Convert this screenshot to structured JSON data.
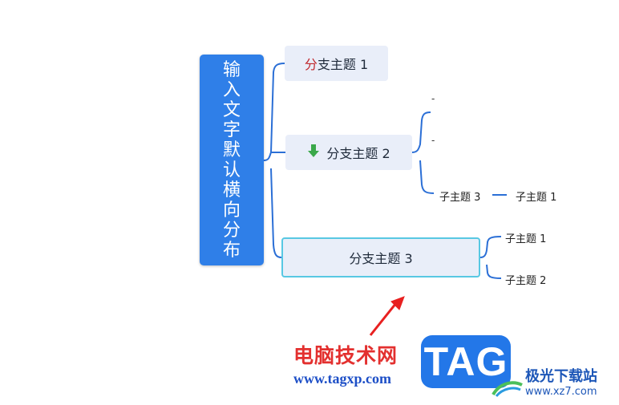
{
  "central_topic": "输入文字默认横向分布",
  "branches": [
    {
      "red_prefix": "分",
      "label": "支主题 1"
    },
    {
      "label": "分支主题 2",
      "icon": "down-arrow-icon"
    },
    {
      "label": "分支主题 3"
    }
  ],
  "branch2_children": [
    {
      "label": "-"
    },
    {
      "label": "-"
    },
    {
      "label": "子主题 3",
      "child": "子主题 1"
    }
  ],
  "branch3_children": [
    {
      "label": "子主题 1"
    },
    {
      "label": "子主题 2"
    }
  ],
  "watermark": {
    "title": "电脑技术网",
    "url": "www.tagxp.com",
    "logo": "TAG",
    "site_name": "极光下载站",
    "site_url": "www.xz7.com"
  },
  "colors": {
    "central_bg": "#2f7fe8",
    "branch_bg": "#e9eef9",
    "selected_border": "#58c8e3",
    "connector": "#2b6fd6",
    "arrow": "#e82020"
  }
}
